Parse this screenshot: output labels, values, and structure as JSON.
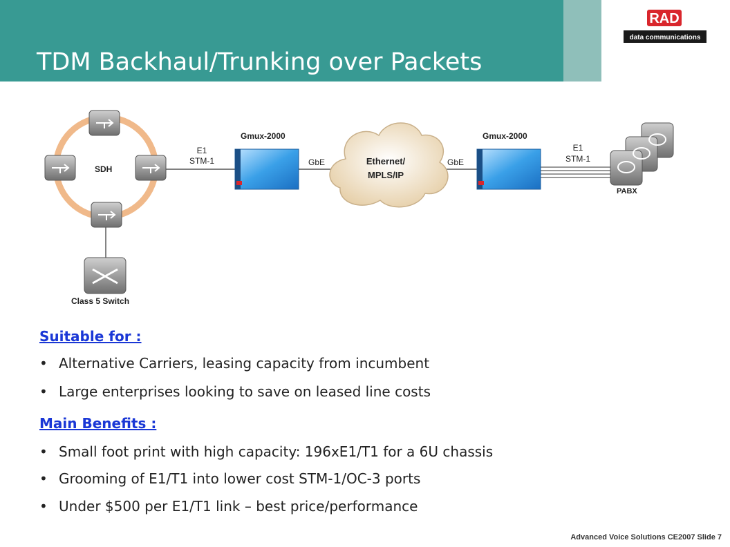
{
  "header": {
    "title": "TDM Backhaul/Trunking over Packets",
    "logo_text": "RAD",
    "logo_subtext": "data communications"
  },
  "diagram": {
    "sdh_label": "SDH",
    "class5_label": "Class 5 Switch",
    "gmux_left_label": "Gmux-2000",
    "gmux_right_label": "Gmux-2000",
    "left_link_line1": "E1",
    "left_link_line2": "STM-1",
    "right_link_line1": "E1",
    "right_link_line2": "STM-1",
    "gbe_left": "GbE",
    "gbe_right": "GbE",
    "cloud_line1": "Ethernet/",
    "cloud_line2": "MPLS/IP",
    "pabx_label": "PABX"
  },
  "suitable": {
    "heading": "Suitable for :",
    "items": [
      "Alternative Carriers, leasing capacity from incumbent",
      "Large enterprises looking to save on leased line costs"
    ]
  },
  "benefits": {
    "heading": "Main Benefits :",
    "items": [
      "Small foot print with high capacity: 196xE1/T1 for a 6U chassis",
      "Grooming of E1/T1 into lower cost STM-1/OC-3 ports",
      "Under $500 per E1/T1 link – best price/performance"
    ]
  },
  "footer": {
    "text": "Advanced Voice Solutions  CE2007  Slide 7"
  },
  "colors": {
    "header_band": "#389a93",
    "heading_link": "#1a37d6",
    "ring": "#f0b98a",
    "device_blue": "#3aa0e8"
  }
}
